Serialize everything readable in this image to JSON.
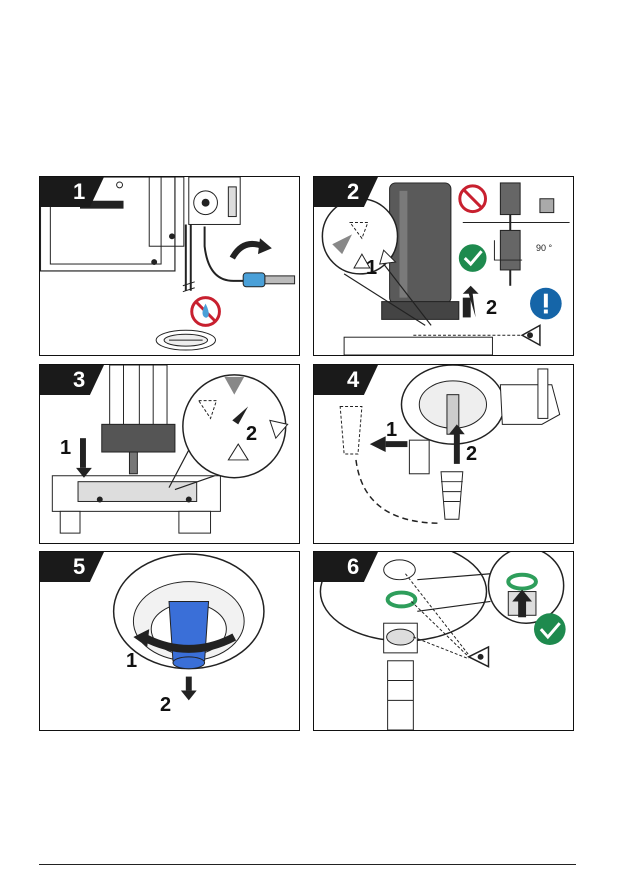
{
  "steps": [
    {
      "number": "1"
    },
    {
      "number": "2",
      "callouts": [
        "1",
        "2"
      ],
      "angle": "90 °"
    },
    {
      "number": "3",
      "callouts": [
        "1",
        "2"
      ]
    },
    {
      "number": "4",
      "callouts": [
        "1",
        "2"
      ]
    },
    {
      "number": "5",
      "callouts": [
        "1",
        "2"
      ]
    },
    {
      "number": "6"
    }
  ],
  "colors": {
    "prohibit": "#c8202f",
    "ok": "#1e8a4e",
    "info": "#1565a8",
    "seal": "#2e9e5b",
    "part": "#3a6fd8"
  }
}
